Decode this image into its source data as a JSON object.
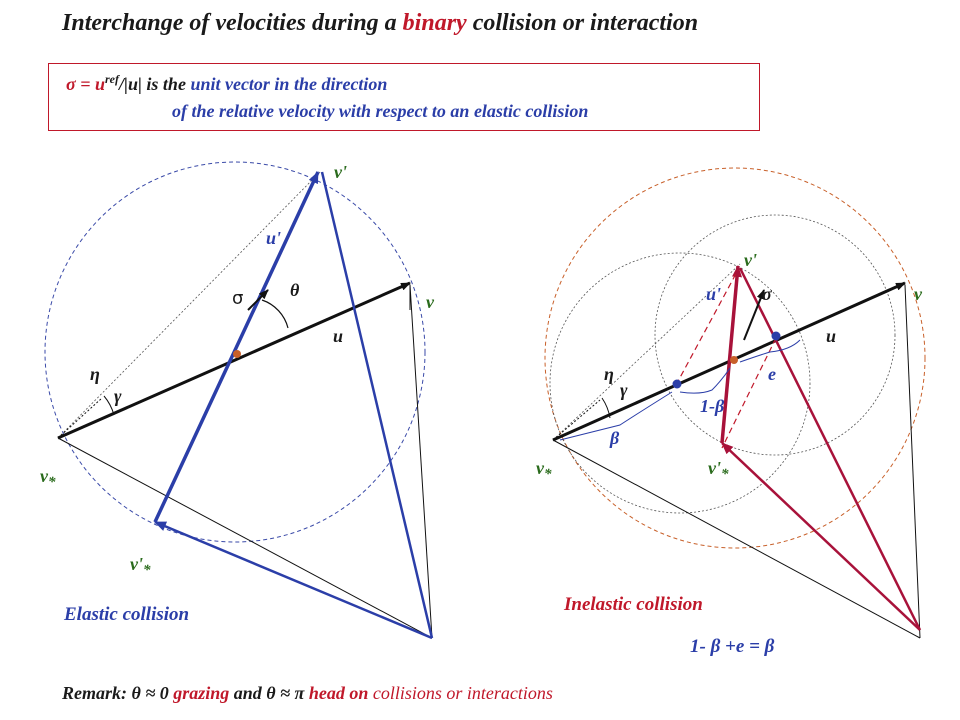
{
  "title": {
    "part1": "Interchange of velocities  during a ",
    "binary": "binary",
    "part2": "  collision or interaction"
  },
  "definition": {
    "sigma_eq": "σ = u",
    "ref_sup": "ref",
    "over_u": "/|u|  is the",
    "line1_rest": " unit vector in the direction",
    "line2": "of the relative velocity with respect to an elastic collision"
  },
  "elastic": {
    "caption": "Elastic collision",
    "labels": {
      "v_prime": "v'",
      "u_prime": "u'",
      "sigma": "σ",
      "theta": "θ",
      "v": "v",
      "u": "u",
      "eta": "η",
      "gamma": "γ",
      "v_star": "v",
      "v_star_sub": "*",
      "v_prime_star": "v'",
      "v_prime_star_sub": "*"
    }
  },
  "inelastic": {
    "caption": "Inelastic collision",
    "equation": "1- β +e = β",
    "labels": {
      "v_prime": "v'",
      "u_prime": "u'",
      "sigma": "σ",
      "v": "v",
      "u": "u",
      "eta": "η",
      "gamma": "γ",
      "e": "e",
      "one_minus_beta": "1-β",
      "beta": "β",
      "v_star": "v",
      "v_star_sub": "*",
      "v_prime_star": "v'",
      "v_prime_star_sub": "*"
    }
  },
  "remark": {
    "label": "Remark:",
    "theta_zero": "  θ ≈ 0 ",
    "grazing": "grazing",
    "and_theta_pi": "    and θ ≈ π  ",
    "head_on": "head on",
    "rest": "  collisions or interactions"
  },
  "colors": {
    "red": "#c0182a",
    "blue": "#2b3ea8",
    "crimson": "#a8123a",
    "green": "#2a6b1c",
    "orange": "#c8602a"
  }
}
